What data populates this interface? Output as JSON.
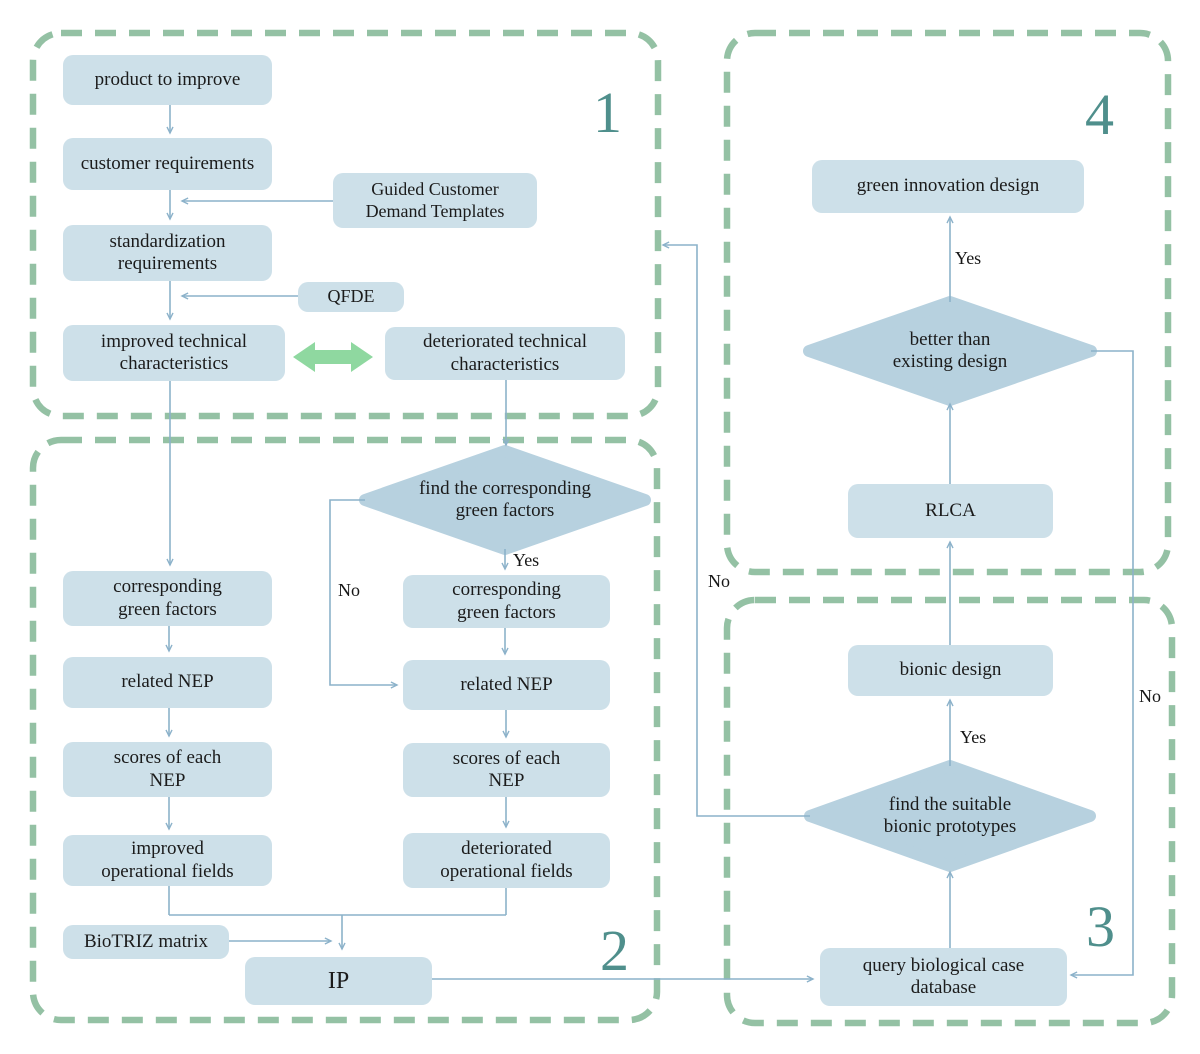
{
  "colors": {
    "node-fill": "#cde0e9",
    "diamond-fill": "#b7d1df",
    "border-green": "#94c1a4",
    "region-num": "#4f8f8c",
    "line": "#8cb2ca",
    "green-arrow": "#8fd8a0",
    "text": "#1b1b1b"
  },
  "regions": {
    "r1": "1",
    "r2": "2",
    "r3": "3",
    "r4": "4"
  },
  "nodes": {
    "product": "product to improve",
    "customer": "customer requirements",
    "guided": "Guided Customer Demand Templates",
    "standardization": "standardization requirements",
    "qfde": "QFDE",
    "improved_tech": "improved technical characteristics",
    "deteriorated_tech": "deteriorated technical characteristics",
    "corr_green_left": "corresponding green factors",
    "related_nep_left": "related NEP",
    "scores_left": "scores of each NEP",
    "improved_fields": "improved operational fields",
    "corr_green_right": "corresponding green factors",
    "related_nep_right": "related NEP",
    "scores_right": "scores of each NEP",
    "deteriorated_fields": "deteriorated operational fields",
    "biotriz": "BioTRIZ matrix",
    "ip": "IP",
    "query_db": "query biological case database",
    "bionic": "bionic design",
    "rlca": "RLCA",
    "green_innovation": "green innovation design"
  },
  "decisions": {
    "find_green": "find the corresponding green factors",
    "find_bionic": "find the suitable bionic prototypes",
    "better": "better than existing design"
  },
  "edge_labels": {
    "yes_find_green": "Yes",
    "no_find_green": "No",
    "yes_find_bionic": "Yes",
    "no_find_bionic": "No",
    "yes_better": "Yes",
    "no_better": "No"
  }
}
